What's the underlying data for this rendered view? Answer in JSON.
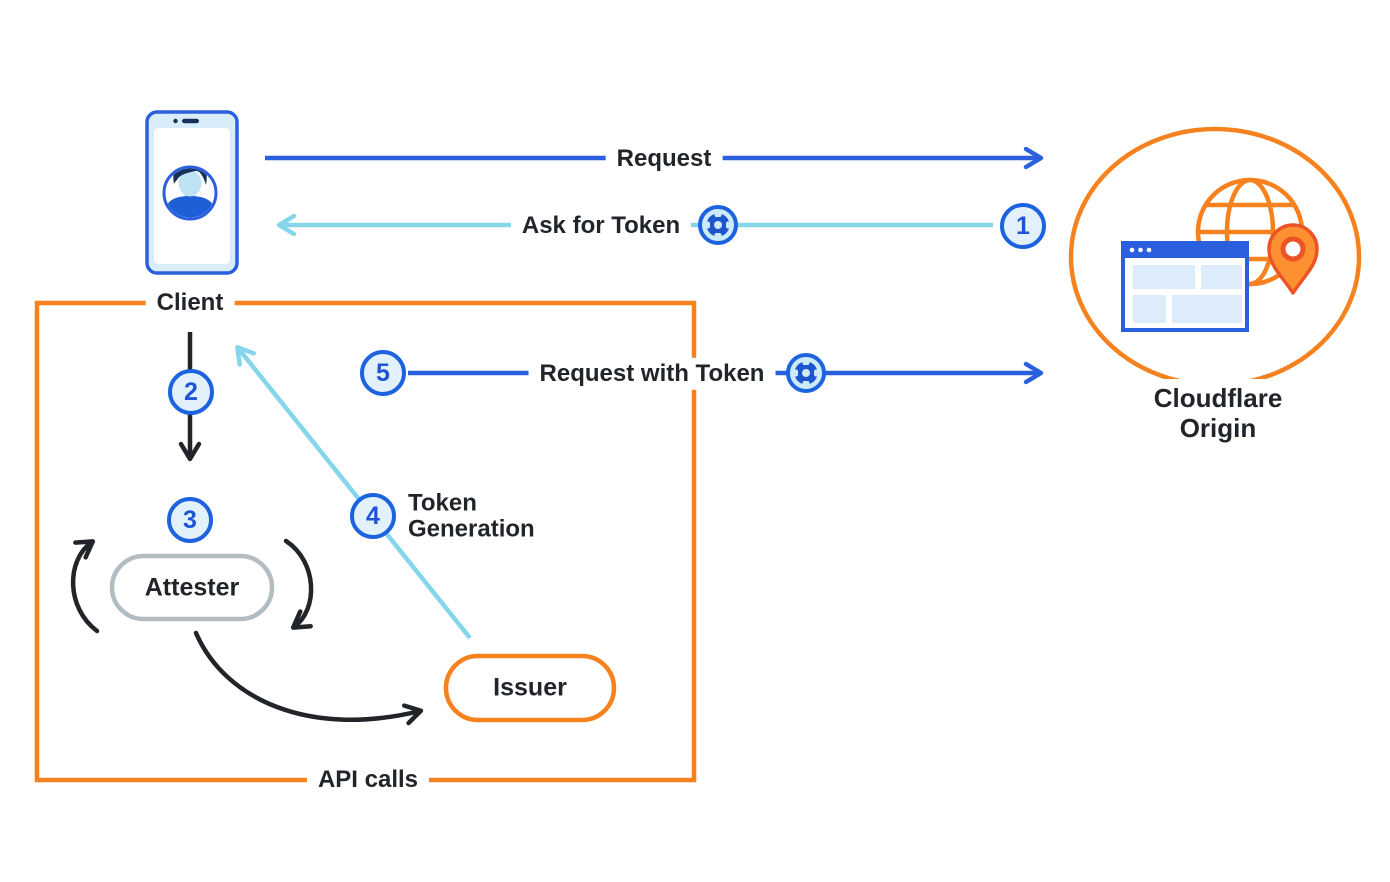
{
  "palette": {
    "ink": "#212529",
    "blue": "#2a5fdd",
    "light_blue": "#85d6eb",
    "orange": "#f6821f",
    "gray": "#b2bcc1",
    "circle_border": "#1d63e0",
    "circle_fill": "#e2f1fc",
    "digit": "#1d55d6",
    "phone_fill": "#d9ecf9",
    "panel_blue": "#dcecfa",
    "pin_fill": "#fd9030",
    "pin_stroke": "#ee5326",
    "token_dark": "#1d55cf",
    "token_light": "#cdeaf9",
    "avatar_face": "#bfe2f5",
    "avatar_hair": "#16325c",
    "avatar_shirt": "#1e5ed6"
  },
  "nodes": {
    "client": {
      "label": "Client"
    },
    "attester": {
      "label": "Attester"
    },
    "issuer": {
      "label": "Issuer"
    },
    "cloudflare_origin": {
      "label_line1": "Cloudflare",
      "label_line2": "Origin"
    },
    "api_box": {
      "label": "API calls"
    }
  },
  "flows": {
    "request": {
      "label": "Request"
    },
    "ask_for_token": {
      "label": "Ask for Token",
      "step": "1"
    },
    "client_to_attester": {
      "step": "2"
    },
    "attestation": {
      "step": "3"
    },
    "token_generation": {
      "step": "4",
      "label_line1": "Token",
      "label_line2": "Generation"
    },
    "request_with_token": {
      "step": "5",
      "label": "Request with Token"
    }
  }
}
